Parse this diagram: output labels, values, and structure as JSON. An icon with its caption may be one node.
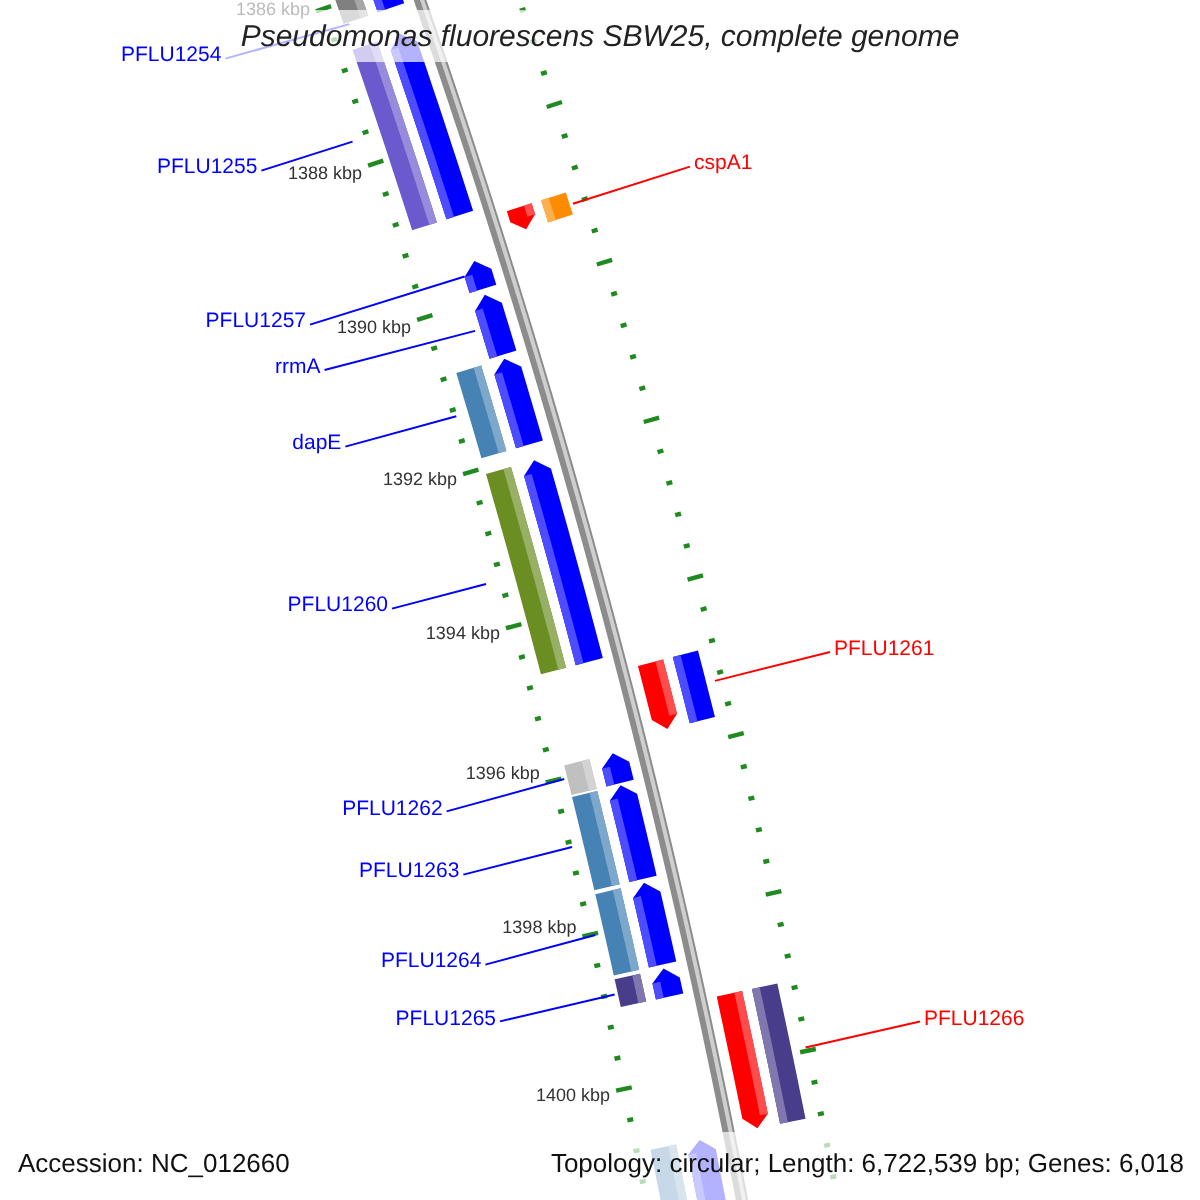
{
  "diagram": {
    "title": "Pseudomonas fluorescens SBW25, complete genome",
    "nodes": [
      {
        "text": [
          "PFLU1254"
        ]
      },
      {
        "text": [
          "PFLU1255"
        ]
      },
      {
        "text": [
          "cspA1"
        ]
      },
      {
        "text": [
          "PFLU1257"
        ]
      },
      {
        "text": [
          "rrmA"
        ]
      },
      {
        "text": [
          "dapE"
        ]
      },
      {
        "text": [
          "PFLU1260"
        ]
      },
      {
        "text": [
          "PFLU1261"
        ]
      },
      {
        "text": [
          "PFLU1262"
        ]
      },
      {
        "text": [
          "PFLU1263"
        ]
      },
      {
        "text": [
          "PFLU1264"
        ]
      },
      {
        "text": [
          "PFLU1265"
        ]
      },
      {
        "text": [
          "PFLU1266"
        ]
      },
      {
        "text": [],
        "shape": "bar"
      },
      {
        "text": [],
        "shape": "pentagon"
      },
      {
        "text": [],
        "shape": "bar"
      },
      {
        "text": [],
        "shape": "pentagon"
      },
      {
        "text": [],
        "shape": "pentagon"
      },
      {
        "text": [],
        "shape": "bar"
      },
      {
        "text": [],
        "shape": "pentagon"
      },
      {
        "text": [],
        "shape": "pentagon"
      },
      {
        "text": [],
        "shape": "bar"
      },
      {
        "text": [],
        "shape": "pentagon"
      },
      {
        "text": [],
        "shape": "bar"
      },
      {
        "text": [],
        "shape": "pentagon"
      },
      {
        "text": [],
        "shape": "pentagon"
      },
      {
        "text": [],
        "shape": "bar"
      },
      {
        "text": [],
        "shape": "bar"
      },
      {
        "text": [],
        "shape": "pentagon"
      },
      {
        "text": [],
        "shape": "bar"
      },
      {
        "text": [],
        "shape": "pentagon"
      },
      {
        "text": [],
        "shape": "bar"
      },
      {
        "text": [],
        "shape": "pentagon"
      },
      {
        "text": [],
        "shape": "bar"
      },
      {
        "text": [],
        "shape": "pentagon"
      },
      {
        "text": [],
        "shape": "pentagon"
      },
      {
        "text": [],
        "shape": "bar"
      },
      {
        "text": [],
        "shape": "bar"
      },
      {
        "text": [],
        "shape": "pentagon"
      }
    ],
    "edges": [
      {
        "from": 0,
        "to": 13,
        "arrow": "none"
      },
      {
        "from": 1,
        "to": 15,
        "arrow": "none"
      },
      {
        "from": 2,
        "to": 18,
        "arrow": "none",
        "color": "#ff0000"
      },
      {
        "from": 3,
        "to": 19,
        "arrow": "none"
      },
      {
        "from": 4,
        "to": 20,
        "arrow": "none"
      },
      {
        "from": 5,
        "to": 21,
        "arrow": "none"
      },
      {
        "from": 6,
        "to": 23,
        "arrow": "none"
      },
      {
        "from": 7,
        "to": 26,
        "arrow": "none",
        "color": "#ff0000"
      },
      {
        "from": 8,
        "to": 27,
        "arrow": "none"
      },
      {
        "from": 9,
        "to": 29,
        "arrow": "none"
      },
      {
        "from": 10,
        "to": 31,
        "arrow": "none"
      },
      {
        "from": 11,
        "to": 33,
        "arrow": "none"
      },
      {
        "from": 12,
        "to": 36,
        "arrow": "none",
        "color": "#ff0000"
      }
    ],
    "labels": [
      "1386 kbp",
      "1388 kbp",
      "1390 kbp",
      "1392 kbp",
      "1394 kbp",
      "1396 kbp",
      "1398 kbp",
      "1400 kbp",
      "Accession: NC_012660",
      "Topology: circular; Length: 6,722,539 bp; Genes: 6,018"
    ]
  }
}
